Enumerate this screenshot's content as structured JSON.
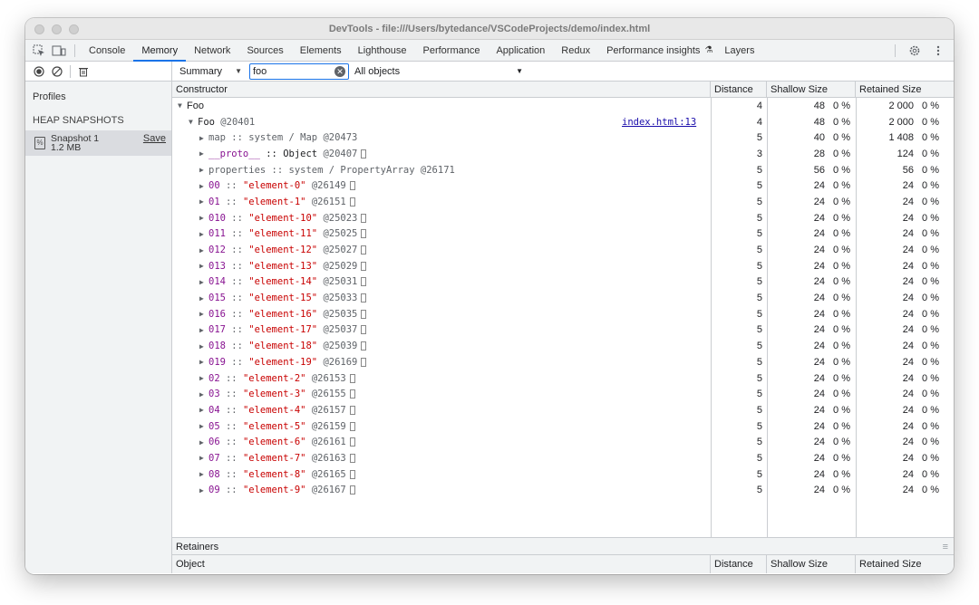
{
  "window": {
    "title": "DevTools - file:///Users/bytedance/VSCodeProjects/demo/index.html"
  },
  "tabs": [
    "Console",
    "Memory",
    "Network",
    "Sources",
    "Elements",
    "Lighthouse",
    "Performance",
    "Application",
    "Redux",
    "Performance insights",
    "Layers"
  ],
  "active_tab": "Memory",
  "toolbar": {
    "view_select": "Summary",
    "filter_value": "foo",
    "scope_select": "All objects"
  },
  "sidebar": {
    "profiles_label": "Profiles",
    "heading": "HEAP SNAPSHOTS",
    "snapshot": {
      "name": "Snapshot 1",
      "size": "1.2 MB",
      "save_label": "Save"
    }
  },
  "columns": {
    "constructor": "Constructor",
    "distance": "Distance",
    "shallow": "Shallow Size",
    "retained": "Retained Size"
  },
  "rows": [
    {
      "level": 0,
      "arrow": "▼",
      "parts": [
        {
          "t": "Foo",
          "cls": "k-dark plain"
        }
      ],
      "distance": "4",
      "shallow": "48",
      "shallow_pct": "0 %",
      "retained": "2 000",
      "retained_pct": "0 %"
    },
    {
      "level": 1,
      "arrow": "▼",
      "parts": [
        {
          "t": "Foo ",
          "cls": "k-dark"
        },
        {
          "t": "@20401",
          "cls": "k-gray"
        }
      ],
      "link": "index.html:13",
      "distance": "4",
      "shallow": "48",
      "shallow_pct": "0 %",
      "retained": "2 000",
      "retained_pct": "0 %"
    },
    {
      "level": 2,
      "arrow": "▶",
      "parts": [
        {
          "t": "map :: system / Map ",
          "cls": "k-gray"
        },
        {
          "t": "@20473",
          "cls": "k-gray"
        }
      ],
      "distance": "5",
      "shallow": "40",
      "shallow_pct": "0 %",
      "retained": "1 408",
      "retained_pct": "0 %"
    },
    {
      "level": 2,
      "arrow": "▶",
      "parts": [
        {
          "t": "__proto__",
          "cls": "k-purple"
        },
        {
          "t": " :: Object ",
          "cls": "k-dark"
        },
        {
          "t": "@20407",
          "cls": "k-gray"
        }
      ],
      "box": true,
      "distance": "3",
      "shallow": "28",
      "shallow_pct": "0 %",
      "retained": "124",
      "retained_pct": "0 %"
    },
    {
      "level": 2,
      "arrow": "▶",
      "parts": [
        {
          "t": "properties :: system / PropertyArray ",
          "cls": "k-gray"
        },
        {
          "t": "@26171",
          "cls": "k-gray"
        }
      ],
      "distance": "5",
      "shallow": "56",
      "shallow_pct": "0 %",
      "retained": "56",
      "retained_pct": "0 %"
    },
    {
      "level": 2,
      "arrow": "▶",
      "parts": [
        {
          "t": "00",
          "cls": "k-purple"
        },
        {
          "t": " :: ",
          "cls": "k-gray"
        },
        {
          "t": "\"element-0\"",
          "cls": "k-red"
        },
        {
          "t": " @26149",
          "cls": "k-gray"
        }
      ],
      "box": true,
      "distance": "5",
      "shallow": "24",
      "shallow_pct": "0 %",
      "retained": "24",
      "retained_pct": "0 %"
    },
    {
      "level": 2,
      "arrow": "▶",
      "parts": [
        {
          "t": "01",
          "cls": "k-purple"
        },
        {
          "t": " :: ",
          "cls": "k-gray"
        },
        {
          "t": "\"element-1\"",
          "cls": "k-red"
        },
        {
          "t": " @26151",
          "cls": "k-gray"
        }
      ],
      "box": true,
      "distance": "5",
      "shallow": "24",
      "shallow_pct": "0 %",
      "retained": "24",
      "retained_pct": "0 %"
    },
    {
      "level": 2,
      "arrow": "▶",
      "parts": [
        {
          "t": "010",
          "cls": "k-purple"
        },
        {
          "t": " :: ",
          "cls": "k-gray"
        },
        {
          "t": "\"element-10\"",
          "cls": "k-red"
        },
        {
          "t": " @25023",
          "cls": "k-gray"
        }
      ],
      "box": true,
      "distance": "5",
      "shallow": "24",
      "shallow_pct": "0 %",
      "retained": "24",
      "retained_pct": "0 %"
    },
    {
      "level": 2,
      "arrow": "▶",
      "parts": [
        {
          "t": "011",
          "cls": "k-purple"
        },
        {
          "t": " :: ",
          "cls": "k-gray"
        },
        {
          "t": "\"element-11\"",
          "cls": "k-red"
        },
        {
          "t": " @25025",
          "cls": "k-gray"
        }
      ],
      "box": true,
      "distance": "5",
      "shallow": "24",
      "shallow_pct": "0 %",
      "retained": "24",
      "retained_pct": "0 %"
    },
    {
      "level": 2,
      "arrow": "▶",
      "parts": [
        {
          "t": "012",
          "cls": "k-purple"
        },
        {
          "t": " :: ",
          "cls": "k-gray"
        },
        {
          "t": "\"element-12\"",
          "cls": "k-red"
        },
        {
          "t": " @25027",
          "cls": "k-gray"
        }
      ],
      "box": true,
      "distance": "5",
      "shallow": "24",
      "shallow_pct": "0 %",
      "retained": "24",
      "retained_pct": "0 %"
    },
    {
      "level": 2,
      "arrow": "▶",
      "parts": [
        {
          "t": "013",
          "cls": "k-purple"
        },
        {
          "t": " :: ",
          "cls": "k-gray"
        },
        {
          "t": "\"element-13\"",
          "cls": "k-red"
        },
        {
          "t": " @25029",
          "cls": "k-gray"
        }
      ],
      "box": true,
      "distance": "5",
      "shallow": "24",
      "shallow_pct": "0 %",
      "retained": "24",
      "retained_pct": "0 %"
    },
    {
      "level": 2,
      "arrow": "▶",
      "parts": [
        {
          "t": "014",
          "cls": "k-purple"
        },
        {
          "t": " :: ",
          "cls": "k-gray"
        },
        {
          "t": "\"element-14\"",
          "cls": "k-red"
        },
        {
          "t": " @25031",
          "cls": "k-gray"
        }
      ],
      "box": true,
      "distance": "5",
      "shallow": "24",
      "shallow_pct": "0 %",
      "retained": "24",
      "retained_pct": "0 %"
    },
    {
      "level": 2,
      "arrow": "▶",
      "parts": [
        {
          "t": "015",
          "cls": "k-purple"
        },
        {
          "t": " :: ",
          "cls": "k-gray"
        },
        {
          "t": "\"element-15\"",
          "cls": "k-red"
        },
        {
          "t": " @25033",
          "cls": "k-gray"
        }
      ],
      "box": true,
      "distance": "5",
      "shallow": "24",
      "shallow_pct": "0 %",
      "retained": "24",
      "retained_pct": "0 %"
    },
    {
      "level": 2,
      "arrow": "▶",
      "parts": [
        {
          "t": "016",
          "cls": "k-purple"
        },
        {
          "t": " :: ",
          "cls": "k-gray"
        },
        {
          "t": "\"element-16\"",
          "cls": "k-red"
        },
        {
          "t": " @25035",
          "cls": "k-gray"
        }
      ],
      "box": true,
      "distance": "5",
      "shallow": "24",
      "shallow_pct": "0 %",
      "retained": "24",
      "retained_pct": "0 %"
    },
    {
      "level": 2,
      "arrow": "▶",
      "parts": [
        {
          "t": "017",
          "cls": "k-purple"
        },
        {
          "t": " :: ",
          "cls": "k-gray"
        },
        {
          "t": "\"element-17\"",
          "cls": "k-red"
        },
        {
          "t": " @25037",
          "cls": "k-gray"
        }
      ],
      "box": true,
      "distance": "5",
      "shallow": "24",
      "shallow_pct": "0 %",
      "retained": "24",
      "retained_pct": "0 %"
    },
    {
      "level": 2,
      "arrow": "▶",
      "parts": [
        {
          "t": "018",
          "cls": "k-purple"
        },
        {
          "t": " :: ",
          "cls": "k-gray"
        },
        {
          "t": "\"element-18\"",
          "cls": "k-red"
        },
        {
          "t": " @25039",
          "cls": "k-gray"
        }
      ],
      "box": true,
      "distance": "5",
      "shallow": "24",
      "shallow_pct": "0 %",
      "retained": "24",
      "retained_pct": "0 %"
    },
    {
      "level": 2,
      "arrow": "▶",
      "parts": [
        {
          "t": "019",
          "cls": "k-purple"
        },
        {
          "t": " :: ",
          "cls": "k-gray"
        },
        {
          "t": "\"element-19\"",
          "cls": "k-red"
        },
        {
          "t": " @26169",
          "cls": "k-gray"
        }
      ],
      "box": true,
      "distance": "5",
      "shallow": "24",
      "shallow_pct": "0 %",
      "retained": "24",
      "retained_pct": "0 %"
    },
    {
      "level": 2,
      "arrow": "▶",
      "parts": [
        {
          "t": "02",
          "cls": "k-purple"
        },
        {
          "t": " :: ",
          "cls": "k-gray"
        },
        {
          "t": "\"element-2\"",
          "cls": "k-red"
        },
        {
          "t": " @26153",
          "cls": "k-gray"
        }
      ],
      "box": true,
      "distance": "5",
      "shallow": "24",
      "shallow_pct": "0 %",
      "retained": "24",
      "retained_pct": "0 %"
    },
    {
      "level": 2,
      "arrow": "▶",
      "parts": [
        {
          "t": "03",
          "cls": "k-purple"
        },
        {
          "t": " :: ",
          "cls": "k-gray"
        },
        {
          "t": "\"element-3\"",
          "cls": "k-red"
        },
        {
          "t": " @26155",
          "cls": "k-gray"
        }
      ],
      "box": true,
      "distance": "5",
      "shallow": "24",
      "shallow_pct": "0 %",
      "retained": "24",
      "retained_pct": "0 %"
    },
    {
      "level": 2,
      "arrow": "▶",
      "parts": [
        {
          "t": "04",
          "cls": "k-purple"
        },
        {
          "t": " :: ",
          "cls": "k-gray"
        },
        {
          "t": "\"element-4\"",
          "cls": "k-red"
        },
        {
          "t": " @26157",
          "cls": "k-gray"
        }
      ],
      "box": true,
      "distance": "5",
      "shallow": "24",
      "shallow_pct": "0 %",
      "retained": "24",
      "retained_pct": "0 %"
    },
    {
      "level": 2,
      "arrow": "▶",
      "parts": [
        {
          "t": "05",
          "cls": "k-purple"
        },
        {
          "t": " :: ",
          "cls": "k-gray"
        },
        {
          "t": "\"element-5\"",
          "cls": "k-red"
        },
        {
          "t": " @26159",
          "cls": "k-gray"
        }
      ],
      "box": true,
      "distance": "5",
      "shallow": "24",
      "shallow_pct": "0 %",
      "retained": "24",
      "retained_pct": "0 %"
    },
    {
      "level": 2,
      "arrow": "▶",
      "parts": [
        {
          "t": "06",
          "cls": "k-purple"
        },
        {
          "t": " :: ",
          "cls": "k-gray"
        },
        {
          "t": "\"element-6\"",
          "cls": "k-red"
        },
        {
          "t": " @26161",
          "cls": "k-gray"
        }
      ],
      "box": true,
      "distance": "5",
      "shallow": "24",
      "shallow_pct": "0 %",
      "retained": "24",
      "retained_pct": "0 %"
    },
    {
      "level": 2,
      "arrow": "▶",
      "parts": [
        {
          "t": "07",
          "cls": "k-purple"
        },
        {
          "t": " :: ",
          "cls": "k-gray"
        },
        {
          "t": "\"element-7\"",
          "cls": "k-red"
        },
        {
          "t": " @26163",
          "cls": "k-gray"
        }
      ],
      "box": true,
      "distance": "5",
      "shallow": "24",
      "shallow_pct": "0 %",
      "retained": "24",
      "retained_pct": "0 %"
    },
    {
      "level": 2,
      "arrow": "▶",
      "parts": [
        {
          "t": "08",
          "cls": "k-purple"
        },
        {
          "t": " :: ",
          "cls": "k-gray"
        },
        {
          "t": "\"element-8\"",
          "cls": "k-red"
        },
        {
          "t": " @26165",
          "cls": "k-gray"
        }
      ],
      "box": true,
      "distance": "5",
      "shallow": "24",
      "shallow_pct": "0 %",
      "retained": "24",
      "retained_pct": "0 %"
    },
    {
      "level": 2,
      "arrow": "▶",
      "parts": [
        {
          "t": "09",
          "cls": "k-purple"
        },
        {
          "t": " :: ",
          "cls": "k-gray"
        },
        {
          "t": "\"element-9\"",
          "cls": "k-red"
        },
        {
          "t": " @26167",
          "cls": "k-gray"
        }
      ],
      "box": true,
      "distance": "5",
      "shallow": "24",
      "shallow_pct": "0 %",
      "retained": "24",
      "retained_pct": "0 %"
    }
  ],
  "retainers": {
    "title": "Retainers",
    "columns": {
      "object": "Object",
      "distance": "Distance",
      "shallow": "Shallow Size",
      "retained": "Retained Size"
    }
  }
}
